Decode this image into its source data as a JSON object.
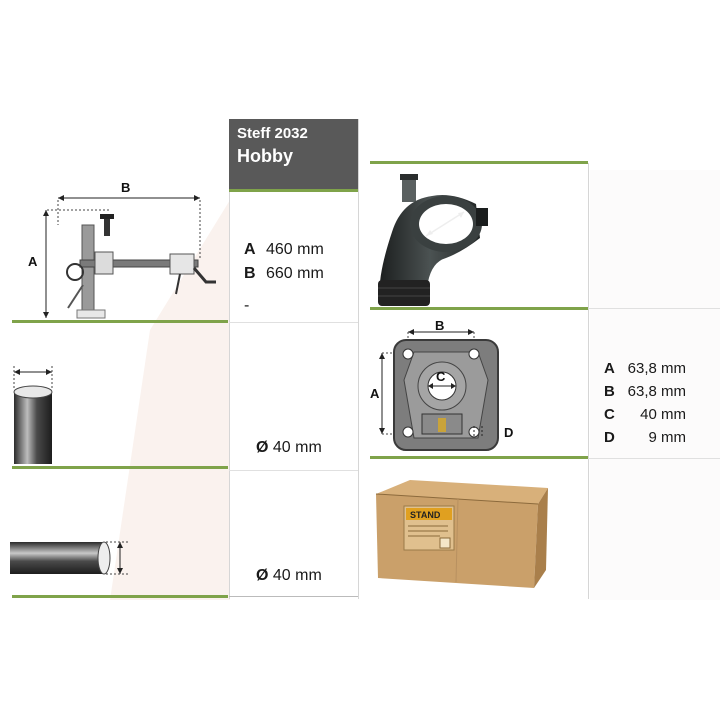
{
  "header": {
    "model": "Steff 2032",
    "variant": "Hobby"
  },
  "row1": {
    "drawing_labels": {
      "a": "A",
      "b": "B"
    },
    "specs": [
      {
        "label": "A",
        "value": "460 mm"
      },
      {
        "label": "B",
        "value": "660 mm"
      }
    ],
    "dash": "-"
  },
  "row2": {
    "diameter_symbol": "Ø",
    "diameter_value": "40 mm"
  },
  "row3": {
    "diameter_symbol": "Ø",
    "diameter_value": "40 mm"
  },
  "base": {
    "drawing_labels": {
      "a": "A",
      "b": "B",
      "c": "C",
      "d": "D"
    },
    "specs": [
      {
        "label": "A",
        "value": "63,8 mm"
      },
      {
        "label": "B",
        "value": "63,8 mm"
      },
      {
        "label": "C",
        "value": "40 mm"
      },
      {
        "label": "D",
        "value": "9 mm"
      }
    ]
  },
  "box": {
    "label": "STAND"
  },
  "colors": {
    "accent_green": "#7fa34a",
    "header_bg": "#595959"
  }
}
